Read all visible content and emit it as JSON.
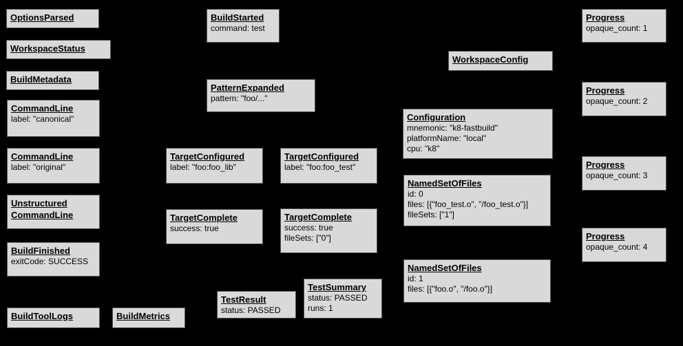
{
  "canvas": {
    "background_color": "#000000",
    "node_fill_color": "#d9d9d9",
    "node_border_color": "#565656",
    "node_text_color": "#000000"
  },
  "nodes": [
    {
      "title": "OptionsParsed",
      "lines": []
    },
    {
      "title": "WorkspaceStatus",
      "lines": []
    },
    {
      "title": "BuildMetadata",
      "lines": []
    },
    {
      "title": "CommandLine",
      "lines": [
        "label: \"canonical\""
      ]
    },
    {
      "title": "CommandLine",
      "lines": [
        "label: \"original\""
      ]
    },
    {
      "title": "Unstructured",
      "title2": "CommandLine",
      "lines": []
    },
    {
      "title": "BuildFinished",
      "lines": [
        "exitCode: SUCCESS"
      ]
    },
    {
      "title": "BuildToolLogs",
      "lines": []
    },
    {
      "title": "BuildMetrics",
      "lines": []
    },
    {
      "title": "BuildStarted",
      "lines": [
        "command: test"
      ]
    },
    {
      "title": "PatternExpanded",
      "lines": [
        "pattern: \"foo/...\""
      ]
    },
    {
      "title": "TargetConfigured",
      "lines": [
        "label: \"foo:foo_lib\""
      ]
    },
    {
      "title": "TargetConfigured",
      "lines": [
        "label: \"foo:foo_test\""
      ]
    },
    {
      "title": "TargetComplete",
      "lines": [
        "success: true"
      ]
    },
    {
      "title": "TargetComplete",
      "lines": [
        "success: true",
        "fileSets: [\"0\"]"
      ]
    },
    {
      "title": "TestResult",
      "lines": [
        "status: PASSED"
      ]
    },
    {
      "title": "TestSummary",
      "lines": [
        "status: PASSED",
        "runs: 1"
      ]
    },
    {
      "title": "WorkspaceConfig",
      "lines": []
    },
    {
      "title": "Configuration",
      "lines": [
        "mnemonic: \"k8-fastbuild\"",
        "platformName: \"local\"",
        "cpu: \"k8\""
      ]
    },
    {
      "title": "NamedSetOfFiles",
      "lines": [
        "id: 0",
        "files: [{\"foo_test.o\", \"/foo_test.o\"}]",
        "fileSets: [\"1\"]"
      ]
    },
    {
      "title": "NamedSetOfFiles",
      "lines": [
        "id: 1",
        "files: [{\"foo.o\", \"/foo.o\"}]"
      ]
    },
    {
      "title": "Progress",
      "lines": [
        "opaque_count: 1"
      ]
    },
    {
      "title": "Progress",
      "lines": [
        "opaque_count: 2"
      ]
    },
    {
      "title": "Progress",
      "lines": [
        "opaque_count: 3"
      ]
    },
    {
      "title": "Progress",
      "lines": [
        "opaque_count: 4"
      ]
    }
  ]
}
